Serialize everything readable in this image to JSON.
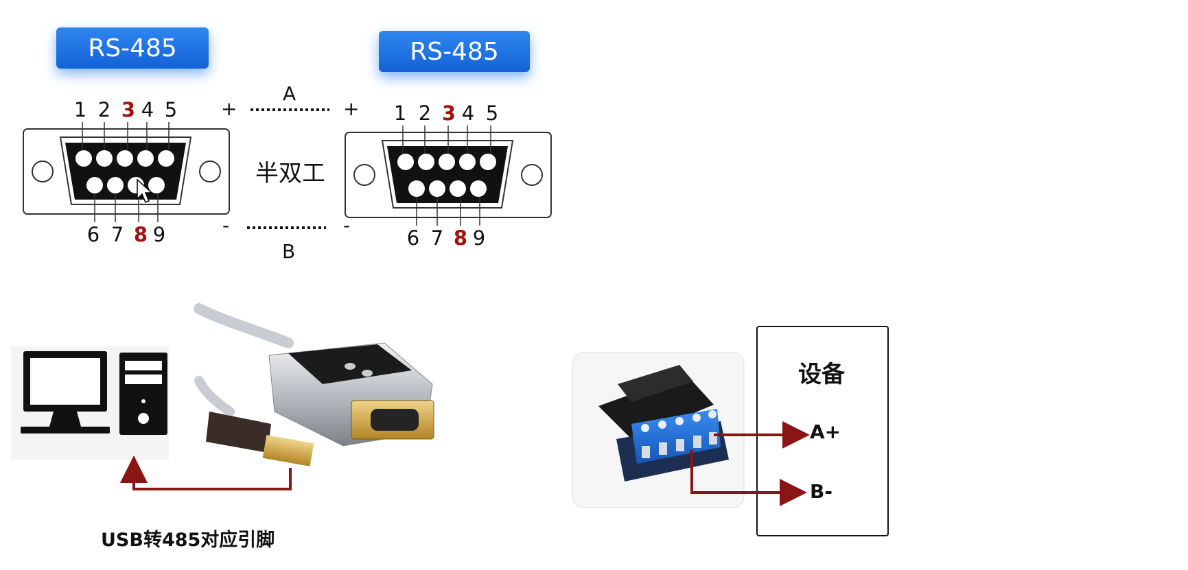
{
  "badges": {
    "left": "RS-485",
    "right": "RS-485"
  },
  "connector": {
    "top_pins": [
      "1",
      "2",
      "3",
      "4",
      "5"
    ],
    "bottom_pins": [
      "6",
      "7",
      "8",
      "9"
    ],
    "highlight_color": "#a50f0f"
  },
  "link": {
    "line_a_label": "A",
    "line_b_label": "B",
    "plus": "+",
    "minus": "-",
    "mode_label": "半双工"
  },
  "usb_caption": "USB转485对应引脚",
  "device": {
    "title": "设备",
    "pin_a": "A+",
    "pin_b": "B-"
  },
  "colors": {
    "badge_blue": "#1f74e6",
    "arrow_red": "#8b1414",
    "terminal_blue": "#1f6fd1"
  }
}
